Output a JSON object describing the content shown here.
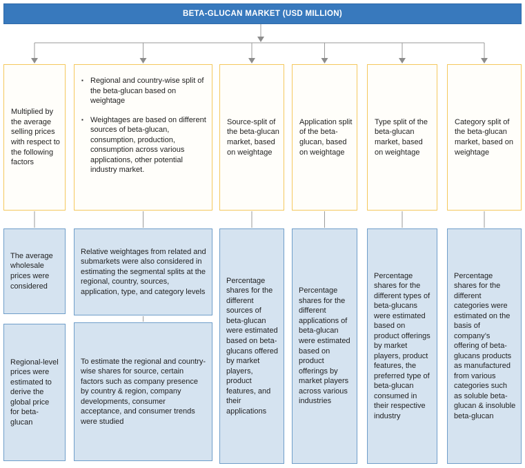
{
  "header": {
    "title": "BETA-GLUCAN MARKET (USD MILLION)"
  },
  "bullet_glyph": "▪",
  "colors": {
    "header_bg": "#3879BD",
    "top_box_border": "#F5C85C",
    "top_box_bg": "#FFFEFA",
    "info_box_bg": "#D5E3F0",
    "info_box_border": "#6E9DC9",
    "connector": "#999999",
    "text": "#1F1F1F"
  },
  "columns": [
    {
      "top": "Multiplied by the average selling prices with respect to the following factors",
      "boxes": [
        "The average wholesale prices were considered",
        "Regional-level prices were estimated to derive the global price for beta-glucan"
      ]
    },
    {
      "top_bullets": [
        "Regional and country-wise split of the beta-glucan based on weightage",
        "Weightages are based on different sources of beta-glucan, consumption, production, consumption across various applications, other potential industry market."
      ],
      "boxes": [
        "Relative weightages from related and submarkets were also considered in estimating the segmental splits at the regional, country, sources, application, type, and category levels",
        "To estimate the regional and country-wise shares for source, certain factors such as company presence by country & region, company developments, consumer acceptance, and consumer trends were studied"
      ]
    },
    {
      "top": "Source-split of the beta-glucan market, based on weightage",
      "boxes": [
        "Percentage shares for the different sources of beta-glucan were estimated based on beta-glucans offered by market players, product features, and their applications"
      ]
    },
    {
      "top": "Application split of the beta-glucan, based on weightage",
      "boxes": [
        "Percentage shares for the different applications of beta-glucan were estimated based on product offerings by market players across various industries"
      ]
    },
    {
      "top": "Type split of the beta-glucan market, based on weightage",
      "boxes": [
        "Percentage shares for the different types of beta-glucans were estimated based on product offerings by market players, product features, the preferred type of beta-glucan consumed in their respective industry"
      ]
    },
    {
      "top": "Category split of the beta-glucan market, based on weightage",
      "boxes": [
        "Percentage shares for the different categories were estimated on the basis of company’s offering of beta-glucans products as manufactured from various categories such as soluble beta-glucan & insoluble beta-glucan"
      ]
    }
  ]
}
